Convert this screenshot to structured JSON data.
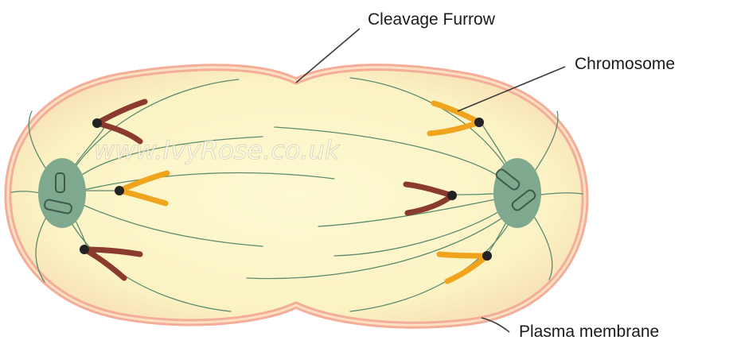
{
  "labels": {
    "cleavage_furrow": "Cleavage Furrow",
    "chromosome": "Chromosome",
    "plasma_membrane": "Plasma membrane"
  },
  "watermark": "www.IvyRose.co.uk",
  "colors": {
    "cytoplasm": "#fbf6c9",
    "membrane_outer": "#f6b5a0",
    "membrane_inner": "#fbe7c6",
    "centrosome": "#7fa98e",
    "spindle": "#5c8a6e",
    "chromosome_dark": "#8b3a2e",
    "chromosome_orange": "#f0a31c",
    "centromere": "#222222"
  }
}
